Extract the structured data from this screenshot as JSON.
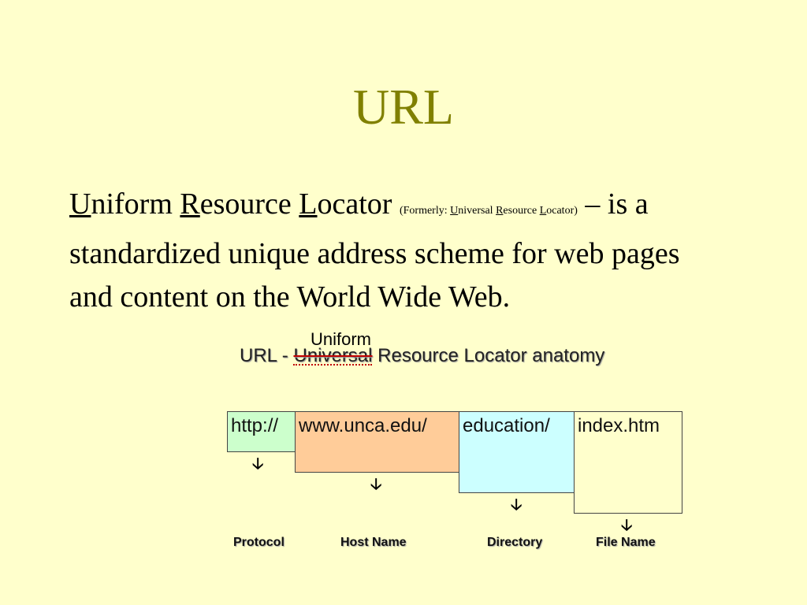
{
  "title": "URL",
  "definition": {
    "term": [
      {
        "initial": "U",
        "rest": "niform "
      },
      {
        "initial": "R",
        "rest": "esource "
      },
      {
        "initial": "L",
        "rest": "ocator "
      }
    ],
    "formerly_prefix": "(Formerly: ",
    "formerly": [
      {
        "initial": "U",
        "rest": "niversal "
      },
      {
        "initial": "R",
        "rest": "esource "
      },
      {
        "initial": "L",
        "rest": "ocator)"
      }
    ],
    "dash": " –",
    "description": "is a standardized unique address scheme for web pages and content on the World Wide Web."
  },
  "diagram": {
    "correction": "Uniform",
    "heading_prefix": "URL - ",
    "heading_struck": "Universal",
    "heading_suffix": " Resource Locator anatomy",
    "parts": [
      {
        "text": "http://",
        "label": "Protocol",
        "color": "#ccffcc"
      },
      {
        "text": "www.unca.edu/",
        "label": "Host Name",
        "color": "#ffcc99"
      },
      {
        "text": "education/",
        "label": "Directory",
        "color": "#ccffff"
      },
      {
        "text": "index.htm",
        "label": "File Name",
        "color": "#ffffcc"
      }
    ],
    "arrow_glyph": "🡣"
  }
}
